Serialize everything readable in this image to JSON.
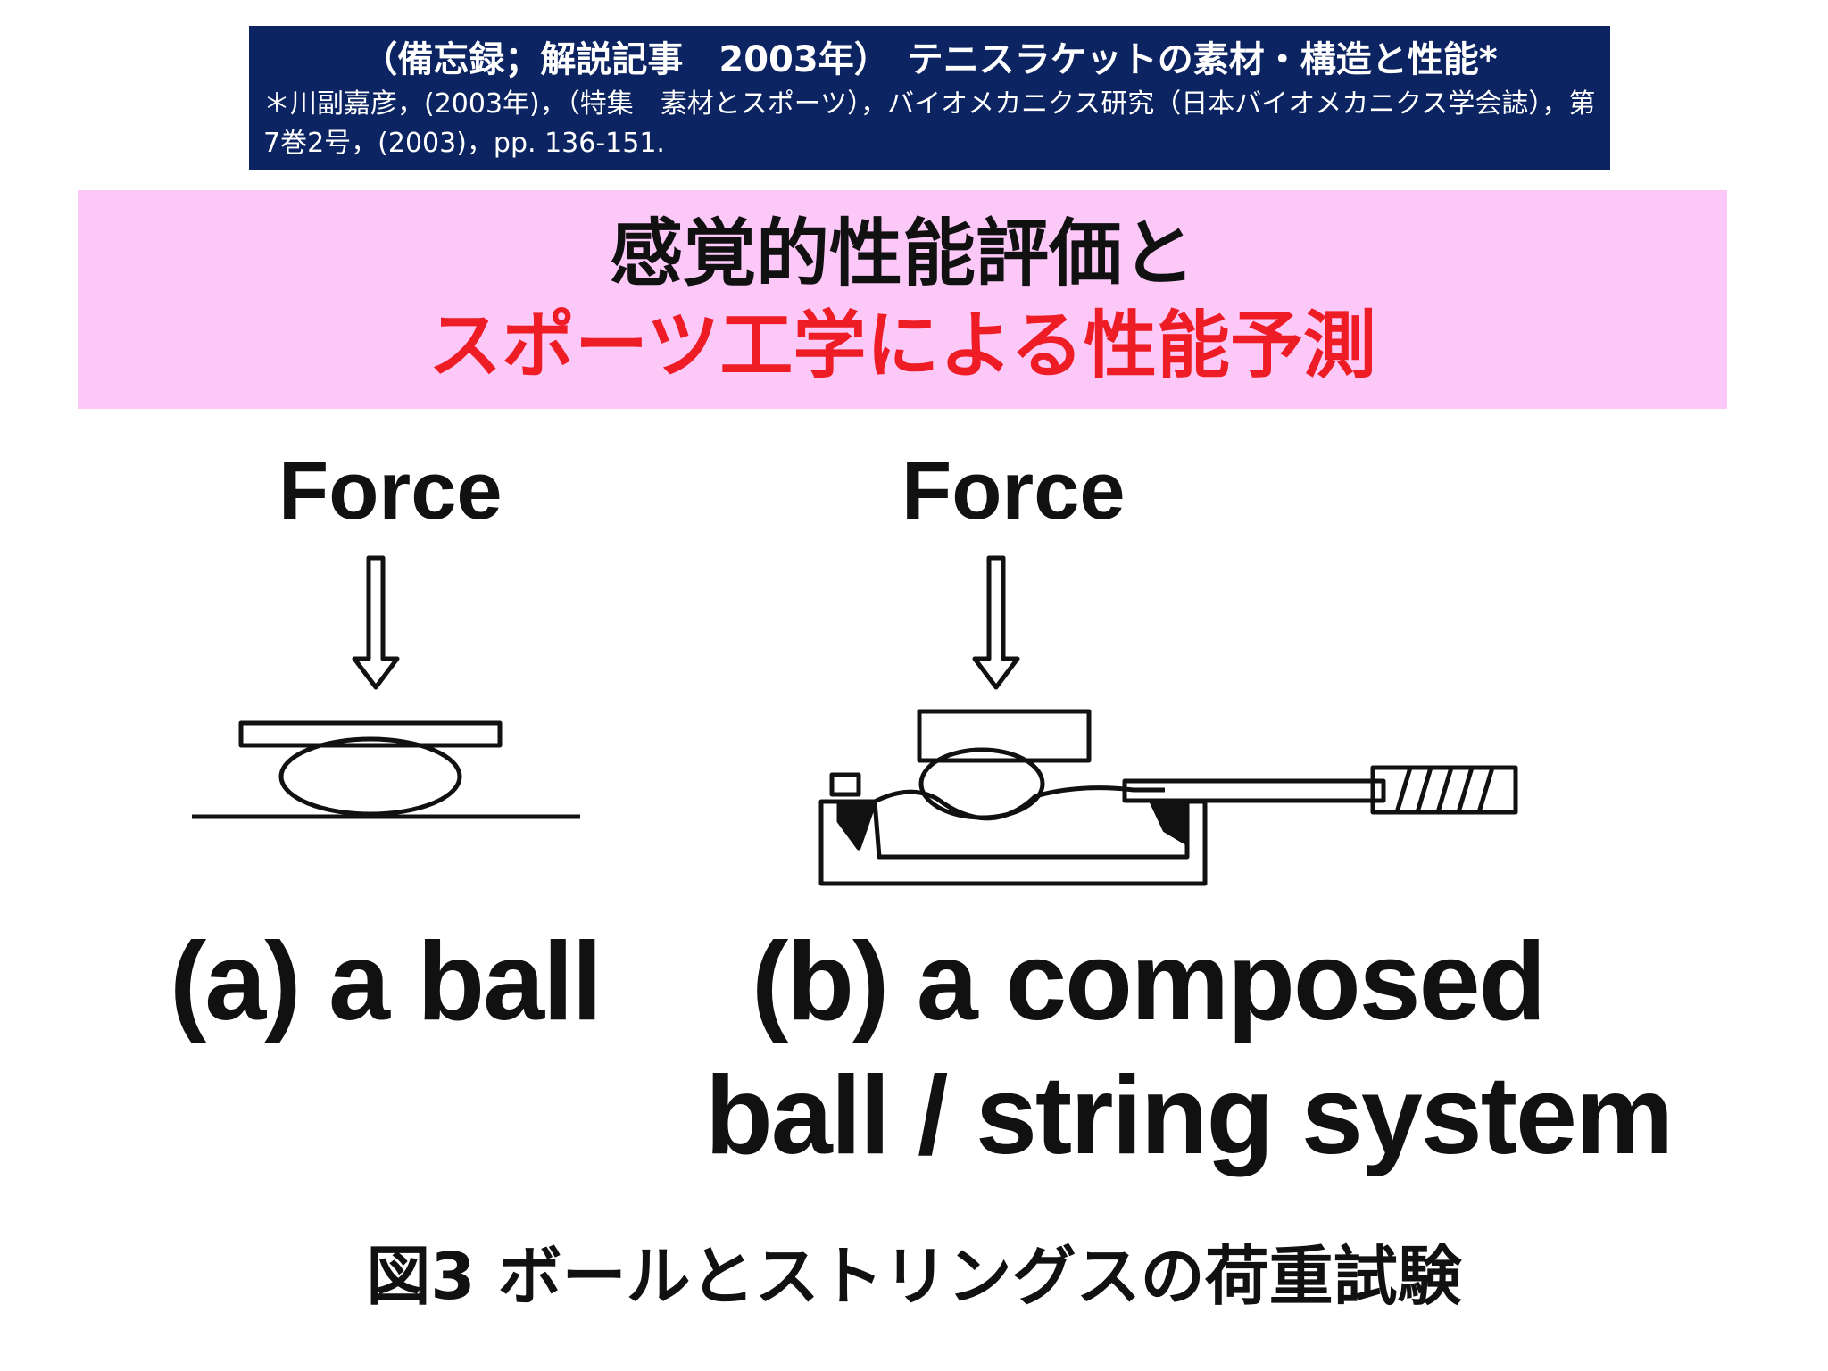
{
  "reference_banner": {
    "title": "（備忘録；解説記事　2003年）　テニスラケットの素材・構造と性能*",
    "citation": "＊川副嘉彦，(2003年)，（特集　素材とスポーツ），バイオメカニクス研究（日本バイオメカニクス学会誌），第7巻2号，(2003)，pp. 136-151."
  },
  "topic_banner": {
    "line1": "感覚的性能評価と",
    "line2": "スポーツ工学による性能予測"
  },
  "figure": {
    "panel_a": {
      "force_label": "Force",
      "caption": "(a) a ball"
    },
    "panel_b": {
      "force_label": "Force",
      "caption_line1": "(b) a composed",
      "caption_line2": "ball / string system"
    },
    "caption": "図3 ボールとストリングスの荷重試験"
  },
  "colors": {
    "banner_bg": "#0c2461",
    "banner_text": "#ffffff",
    "topic_bg": "#fcc8f8",
    "topic_line1": "#111111",
    "topic_line2": "#ee1c25"
  }
}
